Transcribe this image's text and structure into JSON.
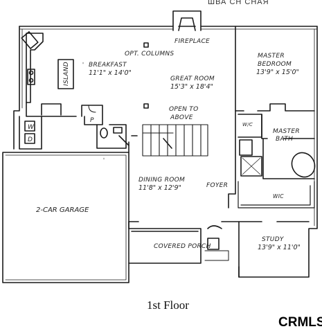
{
  "header_cut_text": "ШВА СН СНАЯ",
  "rooms": {
    "fireplace": "FIREPLACE",
    "opt_columns": "OPT. COLUMNS",
    "breakfast": {
      "name": "BREAKFAST",
      "dims": "11'1\" x 14'0\""
    },
    "island": "ISLAND",
    "great_room": {
      "name": "GREAT ROOM",
      "dims": "15'3\" x 18'4\""
    },
    "master_bedroom": {
      "name_line1": "MASTER",
      "name_line2": "BEDROOM",
      "dims": "13'9\" x 15'0\""
    },
    "open_to_above": {
      "line1": "OPEN TO",
      "line2": "ABOVE"
    },
    "wic_upper": "W/C",
    "master_bath": {
      "line1": "MASTER",
      "line2": "BATH"
    },
    "laundry_w": "W",
    "laundry_d": "D",
    "pantry": "P",
    "garage": "2-CAR GARAGE",
    "dining_room": {
      "name": "DINING ROOM",
      "dims": "11'8\" x 12'9\""
    },
    "foyer": "FOYER",
    "wic_lower": "WIC",
    "study": {
      "name": "STUDY",
      "dims": "13'9\" x 11'0\""
    },
    "covered_porch": "COVERED PORCH"
  },
  "caption": "1st Floor",
  "watermark": "CRMLS"
}
